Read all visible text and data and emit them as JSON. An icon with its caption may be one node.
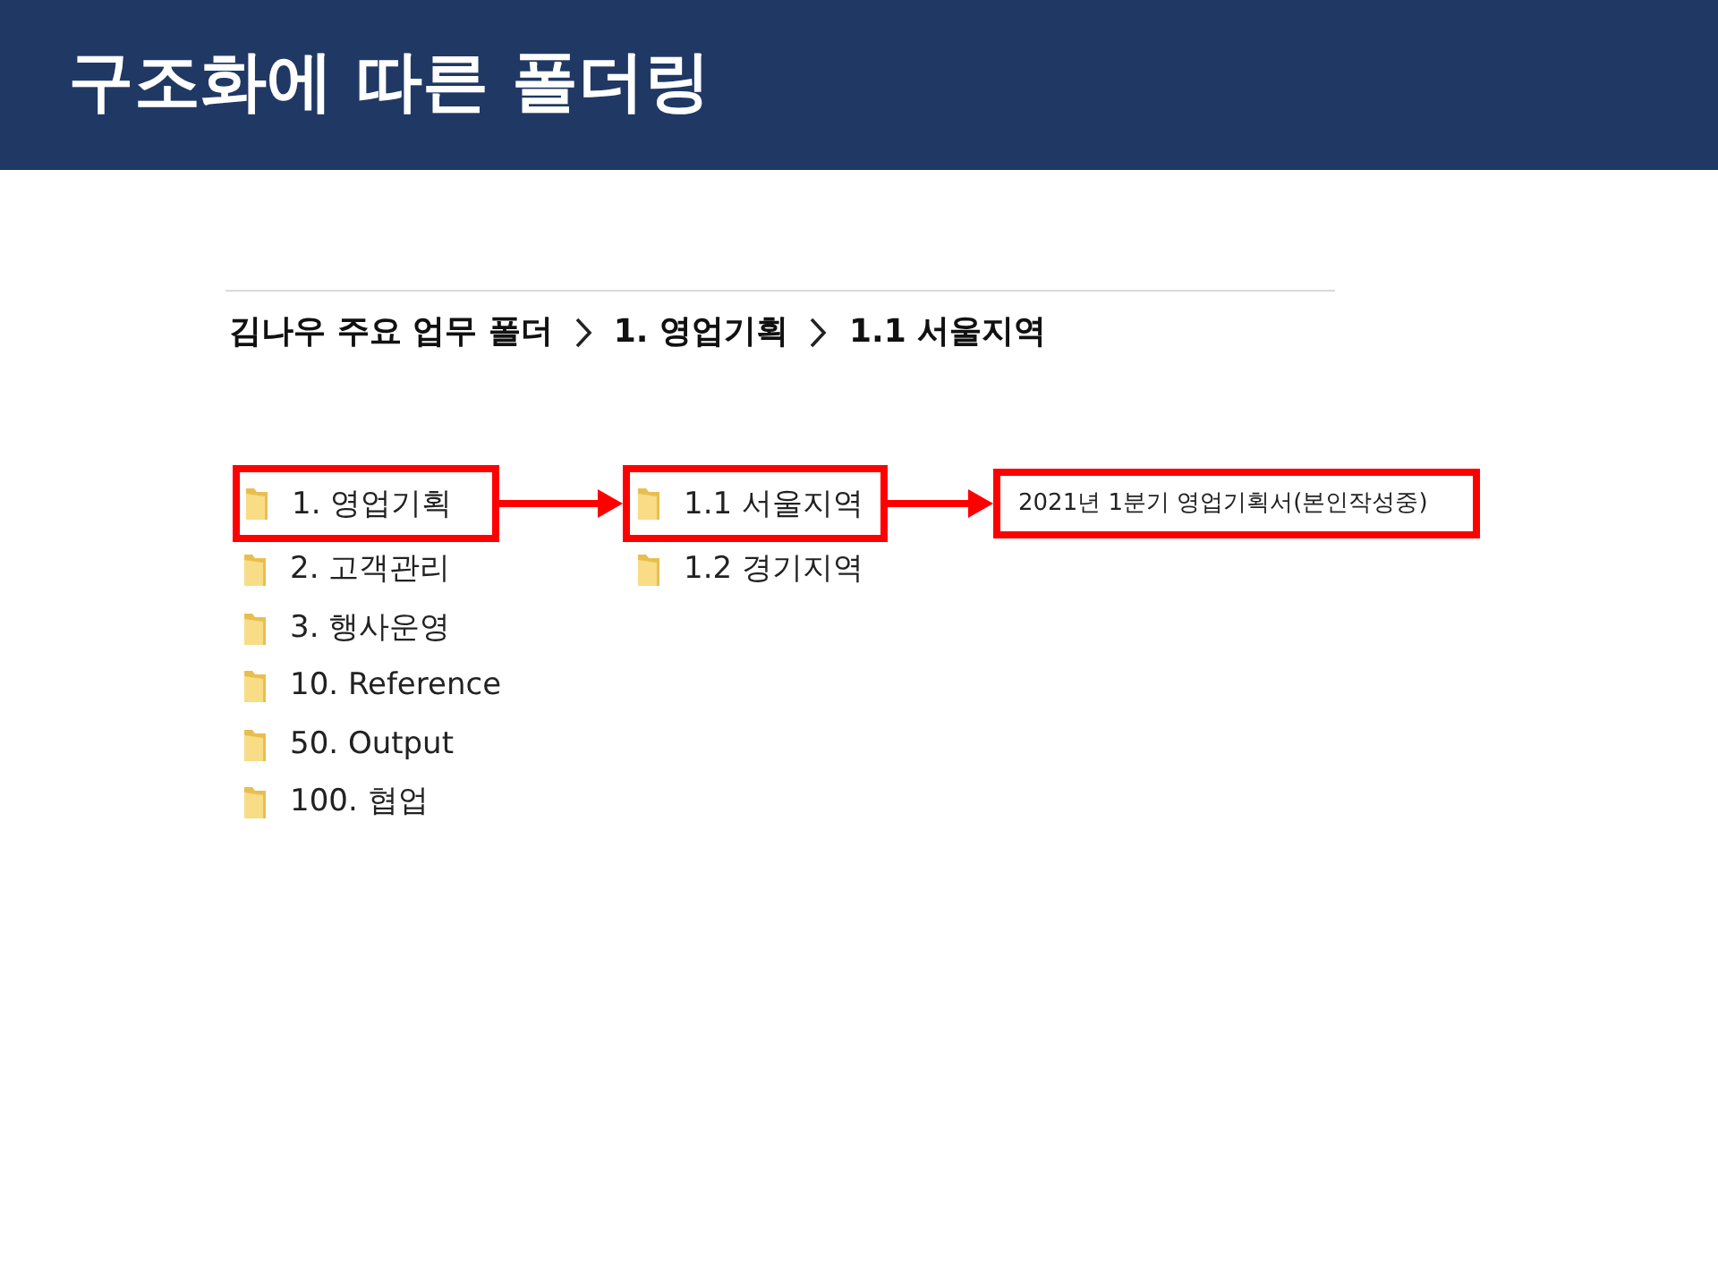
{
  "diagram": {
    "title": "구조화에 따른 폴더링",
    "nodes": [
      {
        "text": [
          "1. 영업기획"
        ]
      },
      {
        "text": [
          "1.1 서울지역"
        ]
      },
      {
        "text": [
          "2021년 1분기 영업기획서(본인작성중)"
        ]
      }
    ],
    "edges": [
      {
        "from": 0,
        "to": 1,
        "arrow": "to"
      },
      {
        "from": 1,
        "to": 2,
        "arrow": "to"
      }
    ],
    "labels": [
      "김나우 주요 업무 폴더",
      "1. 영업기획",
      "1.1 서울지역",
      "2. 고객관리",
      "3. 행사운영",
      "10. Reference",
      "50. Output",
      "100. 협업",
      "1.2 경기지역"
    ]
  }
}
